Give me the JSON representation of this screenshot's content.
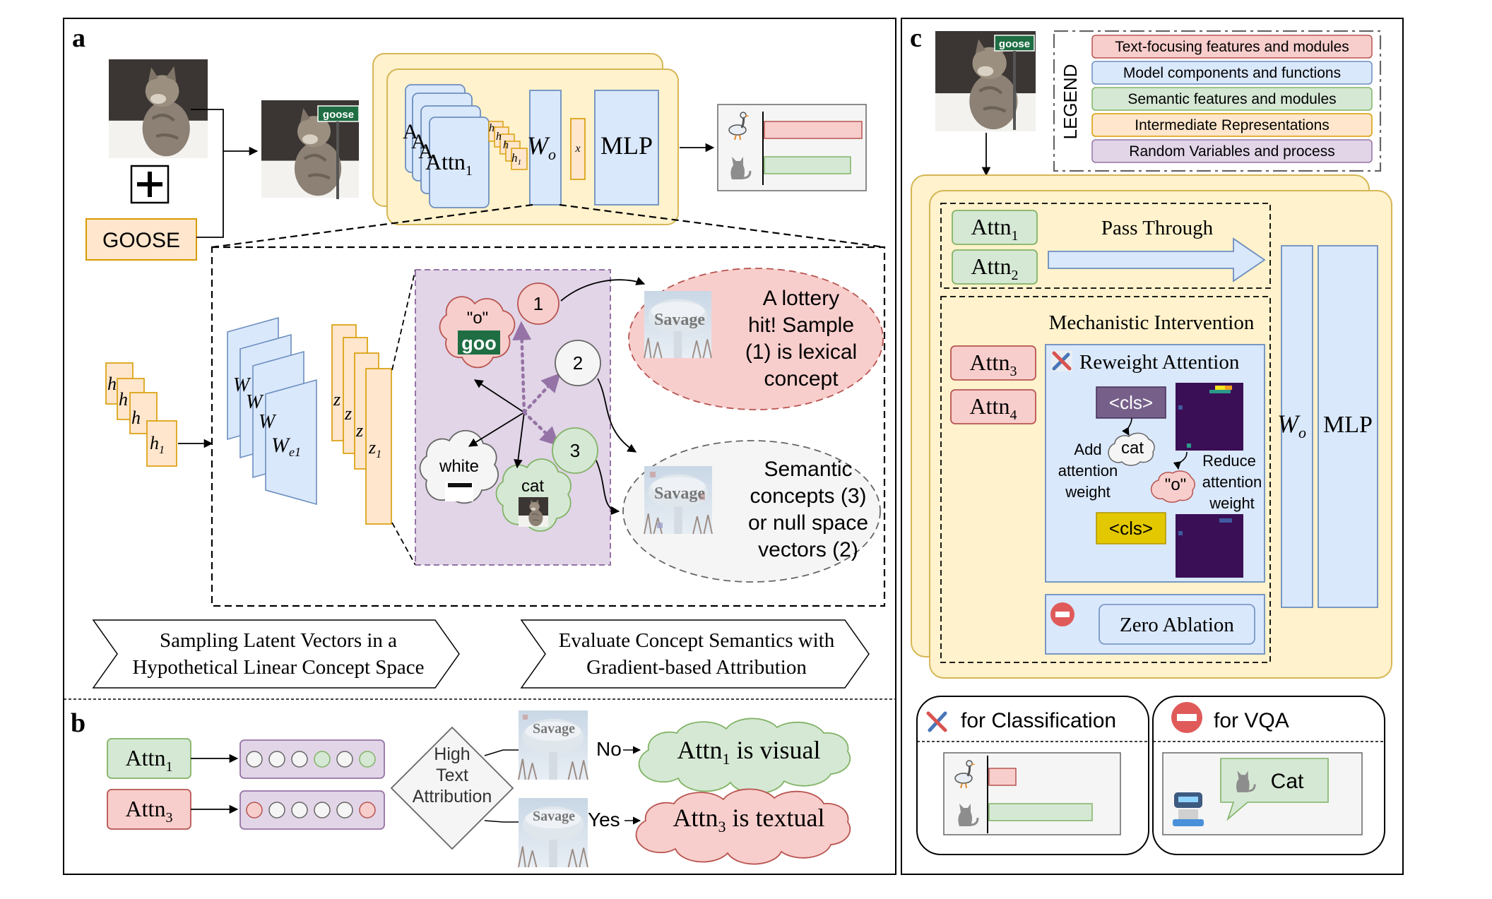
{
  "panels": {
    "a": "a",
    "b": "b",
    "c": "c"
  },
  "panel_a": {
    "goose_word": "GOOSE",
    "plus": "+",
    "sign_text": "goose",
    "attn_stack_labels": [
      "A",
      "A",
      "A"
    ],
    "attn1_base": "Attn",
    "attn1_sub": "1",
    "h_labels": [
      "h",
      "h",
      "h"
    ],
    "h1_base": "h",
    "h1_sub": "1",
    "wo_base": "W",
    "wo_sub": "o",
    "x_label": "x",
    "mlp_label": "MLP",
    "latent_h_labels": [
      "h",
      "h",
      "h"
    ],
    "latent_h1_base": "h",
    "latent_h1_sub": "1",
    "we_labels": [
      "W",
      "W",
      "W"
    ],
    "we1_base": "W",
    "we1_sub": "e1",
    "z_labels": [
      "z",
      "z",
      "z"
    ],
    "z1_base": "z",
    "z1_sub": "1",
    "concept_o": "\"o\"",
    "concept_goo": "goo",
    "concept_white": "white",
    "concept_cat": "cat",
    "sample_1": "1",
    "sample_2": "2",
    "sample_3": "3",
    "tower_text": "Savage",
    "lottery_text": [
      "A lottery",
      "hit! Sample",
      "(1) is lexical",
      "concept"
    ],
    "semantic_text": [
      "Semantic",
      "concepts (3)",
      "or null space",
      "vectors (2)"
    ],
    "step1_text": [
      "Sampling Latent Vectors in a",
      "Hypothetical Linear Concept Space"
    ],
    "step2_text": [
      "Evaluate Concept Semantics with",
      "Gradient-based Attribution"
    ]
  },
  "panel_b": {
    "attn1_base": "Attn",
    "attn1_sub": "1",
    "attn3_base": "Attn",
    "attn3_sub": "3",
    "diamond_text": [
      "High",
      "Text",
      "Attribution"
    ],
    "no_label": "No",
    "yes_label": "Yes",
    "visual_base": "Attn",
    "visual_sub": "1",
    "visual_rest": " is visual",
    "textual_base": "Attn",
    "textual_sub": "3",
    "textual_rest": " is textual",
    "row1_circles": [
      "white",
      "white",
      "white",
      "green",
      "white",
      "green"
    ],
    "row3_circles": [
      "red",
      "white",
      "white",
      "white",
      "white",
      "red"
    ]
  },
  "panel_c": {
    "sign_text": "goose",
    "legend_title": "LEGEND",
    "legend_items": [
      {
        "label": "Text-focusing features and modules",
        "fill": "#f8cecc",
        "stroke": "#b85450"
      },
      {
        "label": "Model components and functions",
        "fill": "#dae8fc",
        "stroke": "#6c8ebf"
      },
      {
        "label": "Semantic features and modules",
        "fill": "#d5e8d4",
        "stroke": "#82b366"
      },
      {
        "label": "Intermediate Representations",
        "fill": "#ffe6cc",
        "stroke": "#d79b00"
      },
      {
        "label": "Random Variables and process",
        "fill": "#e1d5e7",
        "stroke": "#9673a6"
      }
    ],
    "pass_attn1_base": "Attn",
    "pass_attn1_sub": "1",
    "pass_attn2_base": "Attn",
    "pass_attn2_sub": "2",
    "pass_through": "Pass Through",
    "mech_title": "Mechanistic Intervention",
    "attn3_base": "Attn",
    "attn3_sub": "3",
    "attn4_base": "Attn",
    "attn4_sub": "4",
    "reweight_title": "Reweight Attention",
    "cls_label": "<cls>",
    "cat_label": "cat",
    "o_label": "\"o\"",
    "add_text": [
      "Add",
      "attention",
      "weight"
    ],
    "reduce_text": [
      "Reduce",
      "attention",
      "weight"
    ],
    "zero_ablation": "Zero Ablation",
    "wo_base": "W",
    "wo_sub": "o",
    "mlp_label": "MLP",
    "for_classification": "for Classification",
    "for_vqa": "for VQA",
    "vqa_answer": "Cat"
  },
  "colors": {
    "red_fill": "#f8cecc",
    "red_stroke": "#b85450",
    "blue_fill": "#dae8fc",
    "blue_stroke": "#6c8ebf",
    "green_fill": "#d5e8d4",
    "green_stroke": "#82b366",
    "orange_fill": "#ffe6cc",
    "orange_stroke": "#d79b00",
    "purple_fill": "#e1d5e7",
    "purple_stroke": "#9673a6",
    "yellow_bg": "#fff2cc",
    "yellow_stroke": "#d6b656"
  }
}
